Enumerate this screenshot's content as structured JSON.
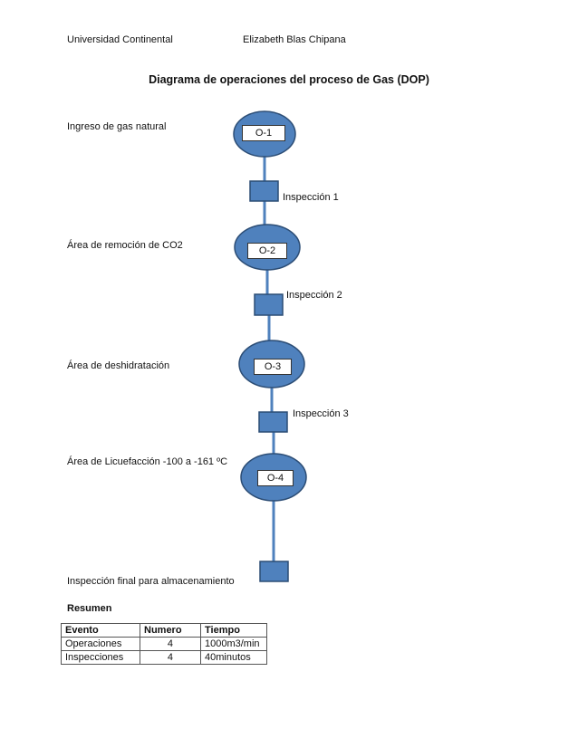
{
  "header": {
    "left": "Universidad Continental",
    "right": "Elizabeth Blas Chipana"
  },
  "title": "Diagrama de operaciones del proceso de Gas (DOP)",
  "steps": [
    {
      "label": "Ingreso de gas natural",
      "op": "O-1",
      "inspection": "Inspección 1"
    },
    {
      "label": "Área de remoción de CO2",
      "op": "O-2",
      "inspection": "Inspección 2"
    },
    {
      "label": "Área de deshidratación",
      "op": "O-3",
      "inspection": "Inspección 3"
    },
    {
      "label": "Área de Licuefacción -100 a -161 ºC",
      "op": "O-4",
      "inspection": ""
    }
  ],
  "final_inspection": "Inspección final para almacenamiento",
  "summary": {
    "title": "Resumen",
    "headers": [
      "Evento",
      "Numero",
      "Tiempo"
    ],
    "rows": [
      [
        "Operaciones",
        "4",
        "1000m3/min"
      ],
      [
        "Inspecciones",
        "4",
        "40minutos"
      ]
    ]
  },
  "colors": {
    "shape_fill": "#4f81bd",
    "shape_stroke": "#1f3a5f",
    "connector": "#4f81bd"
  }
}
